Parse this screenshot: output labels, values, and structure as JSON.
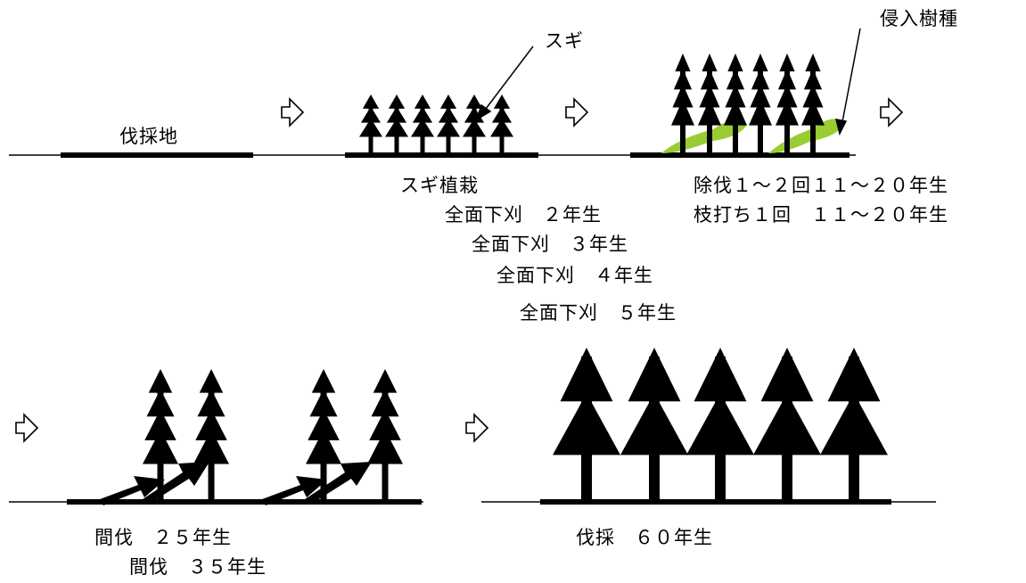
{
  "labels": {
    "clearcut_site": "伐採地",
    "sugi_pointer": "スギ",
    "invasive_pointer": "侵入樹種",
    "planting": "スギ植栽",
    "weeding_2": "全面下刈　２年生",
    "weeding_3": "全面下刈　３年生",
    "weeding_4": "全面下刈　４年生",
    "weeding_5": "全面下刈　５年生",
    "cleaning": "除伐１～２回１１～２０年生",
    "pruning": "枝打ち１回　１１～２０年生",
    "thinning_25": "間伐　２５年生",
    "thinning_35": "間伐　３５年生",
    "harvest": "伐採　６０年生"
  },
  "colors": {
    "ink": "#000000",
    "invasive_species": "#99cc33"
  },
  "icons": [
    "right-arrow-icon",
    "right-arrow-icon",
    "right-arrow-icon",
    "right-arrow-icon",
    "right-arrow-icon",
    "right-arrow-icon"
  ]
}
